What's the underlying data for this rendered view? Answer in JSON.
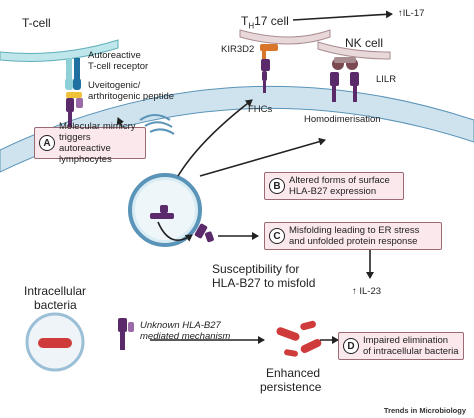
{
  "labels": {
    "tcell": "T-cell",
    "tcr_line1": "Autoreactive",
    "tcr_line2": "T-cell receptor",
    "peptide_line1": "Uveitogenic/",
    "peptide_line2": "arthritogenic peptide",
    "th17_main": "T",
    "th17_sub": "H",
    "th17_rest": "17 cell",
    "kir3d2": "KIR3D2",
    "il17": "↑IL-17",
    "nkcell": "NK cell",
    "lilr": "LILR",
    "fhcs": "FHCs",
    "homodimerisation": "Homodimerisation",
    "susceptibility_line1": "Susceptibility for",
    "susceptibility_line2": "HLA-B27 to misfold",
    "il23": "↑ IL-23",
    "bacteria_line1": "Intracellular",
    "bacteria_line2": "bacteria",
    "unknown_line1": "Unknown HLA-B27",
    "unknown_line2": "mediated mechanism",
    "persistence_line1": "Enhanced",
    "persistence_line2": "persistence",
    "footer": "Trends in Microbiology"
  },
  "boxes": {
    "a": {
      "badge": "A",
      "line1": "Molecular mimicry triggers",
      "line2": "autoreactive lymphocytes"
    },
    "b": {
      "badge": "B",
      "line1": "Altered forms of surface",
      "line2": "HLA-B27 expression"
    },
    "c": {
      "badge": "C",
      "line1": "Misfolding leading to ER stress",
      "line2": "and unfolded protein response"
    },
    "d": {
      "badge": "D",
      "line1": "Impaired elimination",
      "line2": "of intracellular bacteria"
    }
  },
  "colors": {
    "membrane": "#cfe3ee",
    "membrane_edge": "#5a94b8",
    "hla": "#5b2a6a",
    "tcr": "#1f6fa0",
    "tcr_light": "#8fd0d8",
    "kir": "#d9762b",
    "lilr": "#7b4a50",
    "bacteria": "#cf3b3b",
    "box_fill": "#fbe8ec"
  }
}
